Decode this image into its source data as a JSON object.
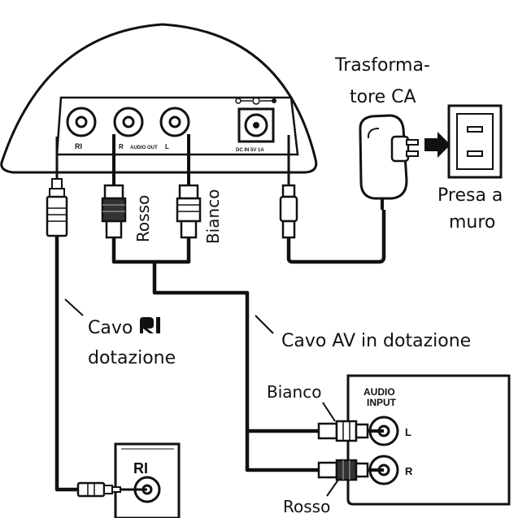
{
  "device": {
    "ri_label": "RI",
    "r_label": "R",
    "audio_out_label": "AUDIO OUT",
    "l_label": "L",
    "dc_label": "DC IN 5V 1A"
  },
  "labels": {
    "adapter_line1": "Trasforma-",
    "adapter_line2": "tore CA",
    "outlet_line1": "Presa a",
    "outlet_line2": "muro",
    "plug_red": "Rosso",
    "plug_white": "Bianco",
    "ri_cable_line1": "Cavo",
    "ri_cable_line2": "dotazione",
    "av_cable": "Cavo AV in dotazione",
    "amp_white": "Bianco",
    "amp_red": "Rosso"
  },
  "amp_panel": {
    "title_line1": "AUDIO",
    "title_line2": "INPUT",
    "l_label": "L",
    "r_label": "R"
  },
  "ri_panel": {
    "label": "RI"
  }
}
